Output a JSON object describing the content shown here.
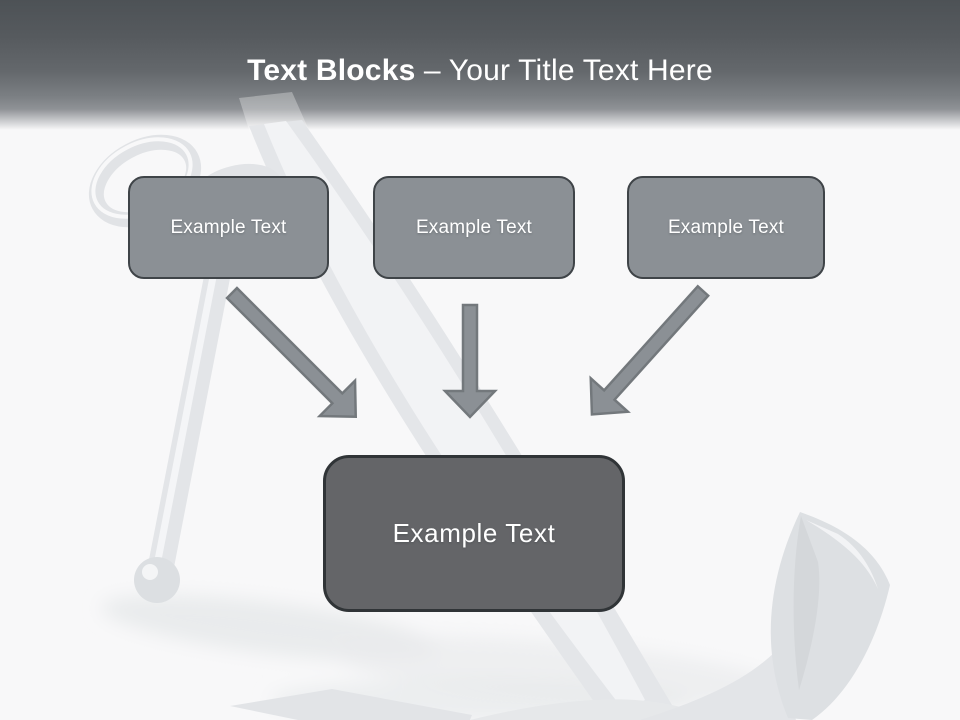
{
  "slide": {
    "title": {
      "bold": "Text Blocks",
      "regular": "– Your Title Text Here"
    },
    "blocks": [
      {
        "label": "Example Text"
      },
      {
        "label": "Example Text"
      },
      {
        "label": "Example Text"
      }
    ],
    "center_block": {
      "label": "Example Text"
    },
    "icons": {
      "left_connector": "arrow-down-right-icon",
      "middle_connector": "arrow-down-icon",
      "right_connector": "arrow-down-left-icon",
      "background_image": "anchor-watermark"
    },
    "colors": {
      "header_dark": "#4d5256",
      "header_light": "#8f9296",
      "block_fill": "#8b9095",
      "block_border": "#3f4448",
      "center_fill": "#646568",
      "center_border": "#303437",
      "arrow_fill": "#8b9095",
      "arrow_outline": "#73787c",
      "text": "#ffffff",
      "background": "#f8f8f9"
    }
  }
}
